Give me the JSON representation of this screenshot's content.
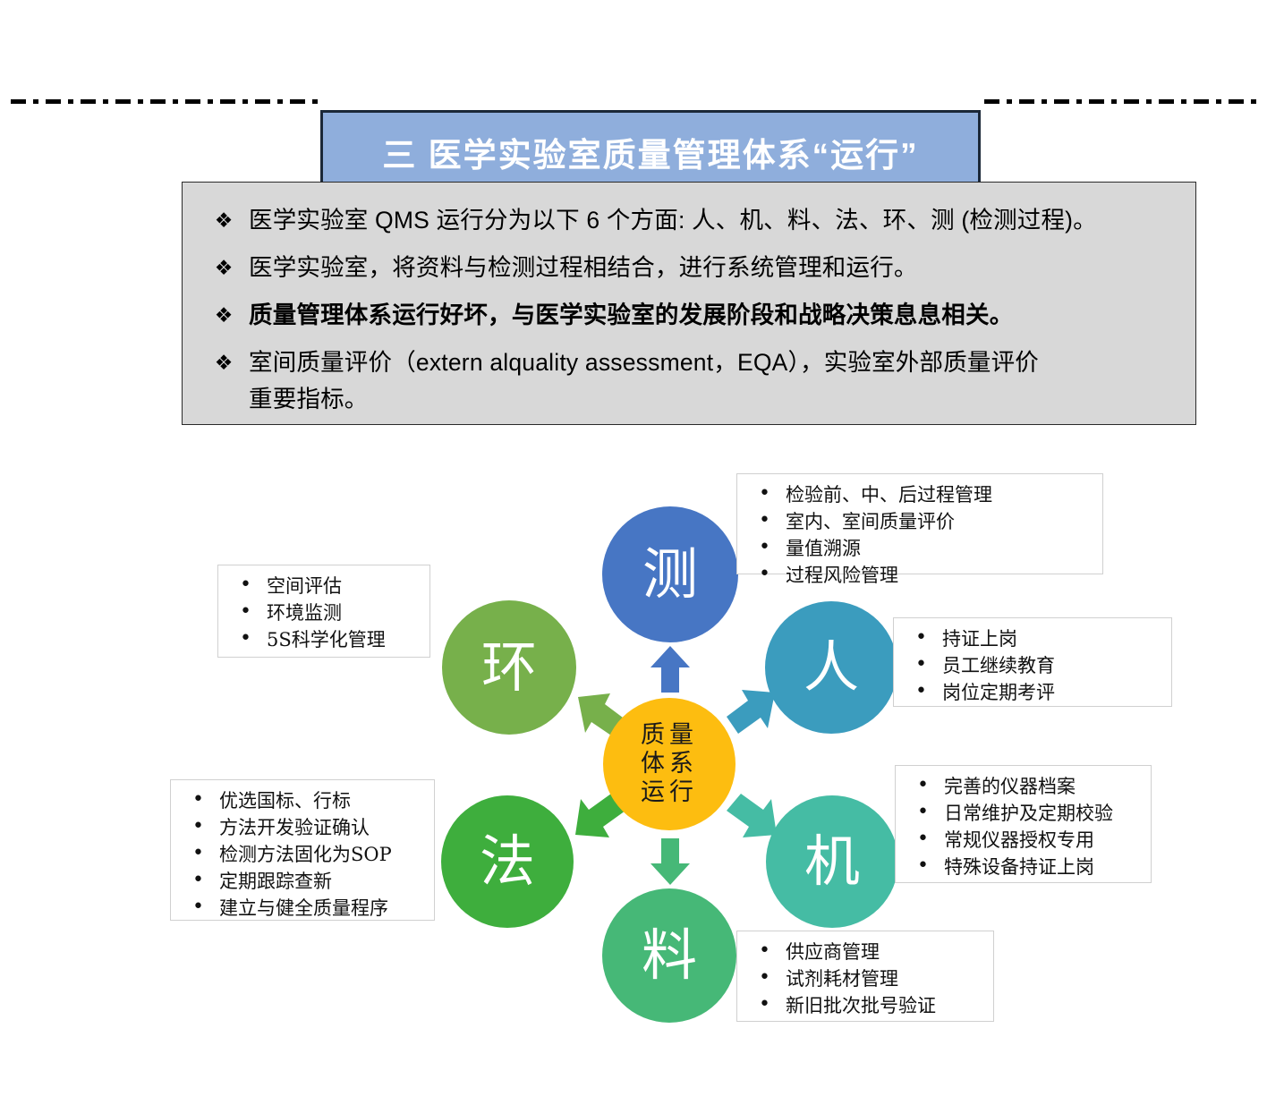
{
  "header": {
    "title": "三  医学实验室质量管理体系“运行”",
    "banner_color": "#8FAEDC",
    "border_color": "#1B2838"
  },
  "bullets": {
    "marker": "❖",
    "items": [
      {
        "text": "医学实验室 QMS 运行分为以下 6 个方面: 人、机、料、法、环、测 (检测过程)。",
        "bold": false
      },
      {
        "text": "医学实验室，将资料与检测过程相结合，进行系统管理和运行。",
        "bold": false
      },
      {
        "text": "质量管理体系运行好坏，与医学实验室的发展阶段和战略决策息息相关。",
        "bold": true
      },
      {
        "text": "室间质量评价（extern alquality assessment，EQA），实验室外部质量评价",
        "bold": false
      },
      {
        "text": "重要指标。",
        "bold": false,
        "continuation": true
      }
    ]
  },
  "diagram": {
    "center": {
      "label_line1": "质量",
      "label_line2": "体系",
      "label_line3": "运行",
      "color": "#FDBD10"
    },
    "nodes": [
      {
        "id": "ce",
        "label": "测",
        "color": "#4776C4"
      },
      {
        "id": "ren",
        "label": "人",
        "color": "#3B9CBE"
      },
      {
        "id": "ji",
        "label": "机",
        "color": "#45BCA4"
      },
      {
        "id": "liao",
        "label": "料",
        "color": "#46B877"
      },
      {
        "id": "fa",
        "label": "法",
        "color": "#3EAE3D"
      },
      {
        "id": "huan",
        "label": "环",
        "color": "#77B04B"
      }
    ],
    "callouts": {
      "ce": [
        "检验前、中、后过程管理",
        "室内、室间质量评价",
        "量值溯源",
        "过程风险管理"
      ],
      "ren": [
        "持证上岗",
        "员工继续教育",
        "岗位定期考评"
      ],
      "ji": [
        "完善的仪器档案",
        "日常维护及定期校验",
        "常规仪器授权专用",
        "特殊设备持证上岗"
      ],
      "liao": [
        "供应商管理",
        "试剂耗材管理",
        "新旧批次批号验证"
      ],
      "fa": [
        "优选国标、行标",
        "方法开发验证确认",
        "检测方法固化为SOP",
        "定期跟踪查新",
        "建立与健全质量程序"
      ],
      "huan": [
        "空间评估",
        "环境监测",
        "5S科学化管理"
      ]
    }
  }
}
